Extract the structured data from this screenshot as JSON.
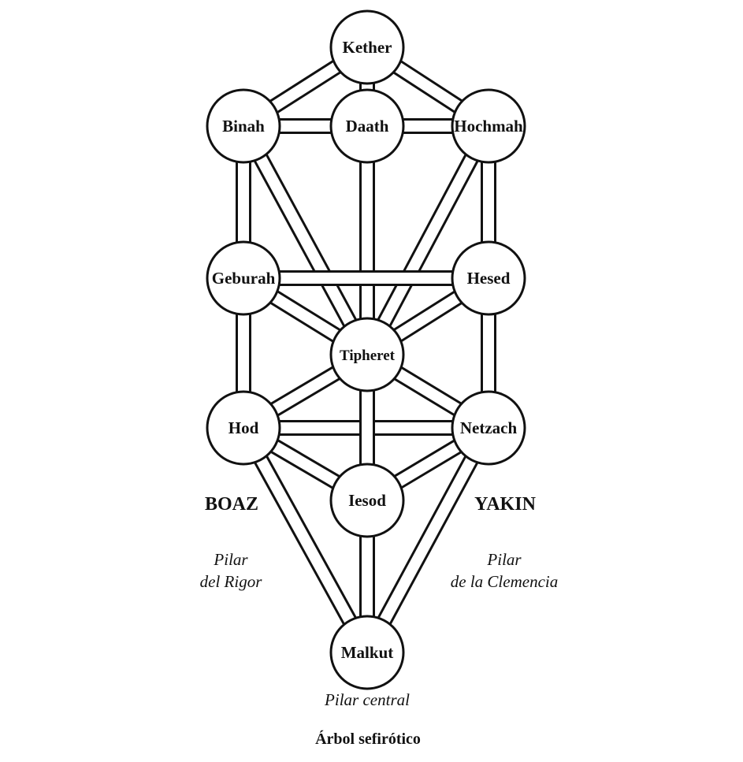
{
  "colors": {
    "line": "#111111",
    "background": "#ffffff"
  },
  "nodes": [
    {
      "id": "kether",
      "label": "Kether"
    },
    {
      "id": "binah",
      "label": "Binah"
    },
    {
      "id": "daath",
      "label": "Daath"
    },
    {
      "id": "hochmah",
      "label": "Hochmah"
    },
    {
      "id": "geburah",
      "label": "Geburah"
    },
    {
      "id": "hesed",
      "label": "Hesed"
    },
    {
      "id": "tipheret",
      "label": "Tipheret"
    },
    {
      "id": "hod",
      "label": "Hod"
    },
    {
      "id": "netzach",
      "label": "Netzach"
    },
    {
      "id": "iesod",
      "label": "Iesod"
    },
    {
      "id": "malkut",
      "label": "Malkut"
    }
  ],
  "paths": [
    [
      "kether",
      "binah"
    ],
    [
      "kether",
      "hochmah"
    ],
    [
      "kether",
      "daath"
    ],
    [
      "binah",
      "daath"
    ],
    [
      "daath",
      "hochmah"
    ],
    [
      "binah",
      "geburah"
    ],
    [
      "hochmah",
      "hesed"
    ],
    [
      "binah",
      "tipheret"
    ],
    [
      "hochmah",
      "tipheret"
    ],
    [
      "daath",
      "tipheret"
    ],
    [
      "geburah",
      "hesed"
    ],
    [
      "geburah",
      "tipheret"
    ],
    [
      "hesed",
      "tipheret"
    ],
    [
      "geburah",
      "hod"
    ],
    [
      "hesed",
      "netzach"
    ],
    [
      "tipheret",
      "hod"
    ],
    [
      "tipheret",
      "netzach"
    ],
    [
      "hod",
      "netzach"
    ],
    [
      "tipheret",
      "iesod"
    ],
    [
      "hod",
      "iesod"
    ],
    [
      "netzach",
      "iesod"
    ],
    [
      "hod",
      "malkut"
    ],
    [
      "netzach",
      "malkut"
    ],
    [
      "iesod",
      "malkut"
    ]
  ],
  "left_pillar": {
    "name": "BOAZ",
    "line1": "Pilar",
    "line2": "del Rigor"
  },
  "right_pillar": {
    "name": "YAKIN",
    "line1": "Pilar",
    "line2": "de la Clemencia"
  },
  "center_pillar": {
    "label": "Pilar central"
  },
  "caption": "Árbol sefirótico"
}
